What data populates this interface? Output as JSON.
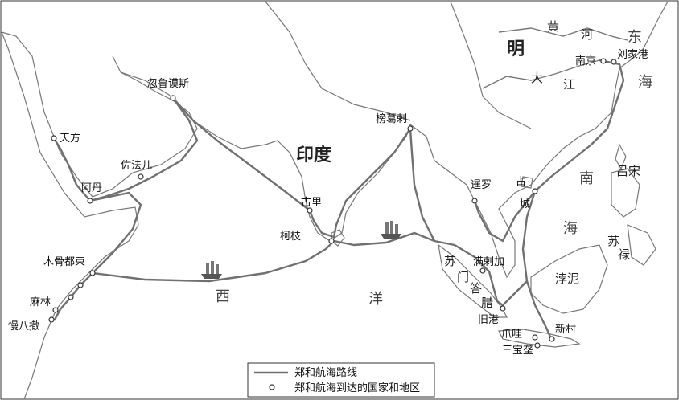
{
  "map": {
    "places": [
      {
        "key": "nanjing",
        "label": "南京"
      },
      {
        "key": "liujiagang",
        "label": "刘家港"
      },
      {
        "key": "zhancheng",
        "label": "占城"
      },
      {
        "key": "xianluo",
        "label": "暹罗"
      },
      {
        "key": "manlajia",
        "label": "满剌加"
      },
      {
        "key": "jiugang",
        "label": "旧港"
      },
      {
        "key": "zhuawa",
        "label": "爪哇"
      },
      {
        "key": "sanbaolong",
        "label": "三宝垄"
      },
      {
        "key": "xincun",
        "label": "新村"
      },
      {
        "key": "banggela",
        "label": "榜葛剌"
      },
      {
        "key": "guli",
        "label": "古里"
      },
      {
        "key": "kezhi",
        "label": "柯枝"
      },
      {
        "key": "hulumosi",
        "label": "忽鲁谟斯"
      },
      {
        "key": "tianfang",
        "label": "天方"
      },
      {
        "key": "zuofaer",
        "label": "佐法儿"
      },
      {
        "key": "adan",
        "label": "阿丹"
      },
      {
        "key": "mugudushu",
        "label": "木骨都束"
      },
      {
        "key": "malin",
        "label": "麻林"
      },
      {
        "key": "manbasa",
        "label": "慢八撒"
      }
    ],
    "regions": {
      "ming": "明",
      "yindu": "印度",
      "huang": "黄",
      "he": "河",
      "da": "大",
      "jiang": "江",
      "dong": "东",
      "hai1": "海",
      "nan": "南",
      "hai2": "海",
      "lvsong": "吕宋",
      "su": "苏",
      "lu": "禄",
      "boni": "浡泥",
      "sumendala": [
        "苏",
        "门",
        "答",
        "腊"
      ],
      "xi": "西",
      "yang": "洋"
    },
    "legend": {
      "route_label": "郑和航海路线",
      "place_label": "郑和航海到达的国家和地区"
    },
    "colors": {
      "route": "#707070",
      "outline": "#777777"
    }
  }
}
